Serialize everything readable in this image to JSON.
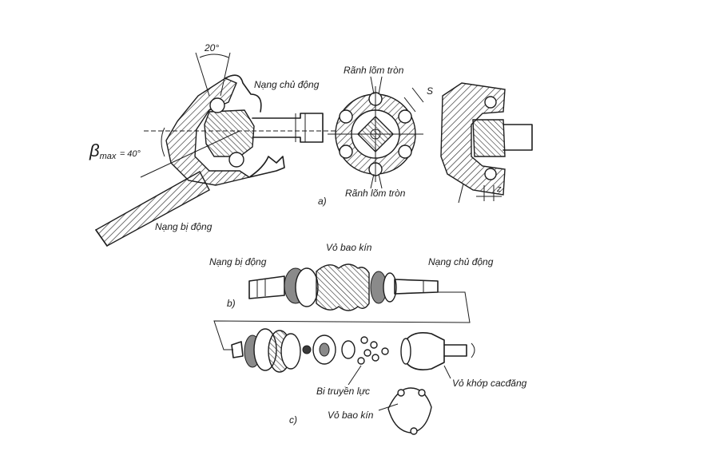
{
  "diagram": {
    "labels": {
      "angle_20": "20°",
      "driving_hub_a": "Nạng chủ động",
      "beta": "β",
      "beta_sub": "max",
      "beta_value": "= 40°",
      "driven_hub_a": "Nạng bị động",
      "round_groove_top": "Rãnh lõm tròn",
      "round_groove_bottom": "Rãnh lõm tròn",
      "s_label": "S",
      "panel_a": "a)",
      "z_label": "z",
      "driven_hub_b": "Nạng bị động",
      "boot_b": "Vỏ bao kín",
      "driving_hub_b": "Nạng chủ động",
      "panel_b": "b)",
      "balls": "Bi  truyền lực",
      "joint_housing": "Vỏ khớp cacđăng",
      "panel_c": "c)",
      "boot_c": "Vỏ bao kín"
    }
  }
}
